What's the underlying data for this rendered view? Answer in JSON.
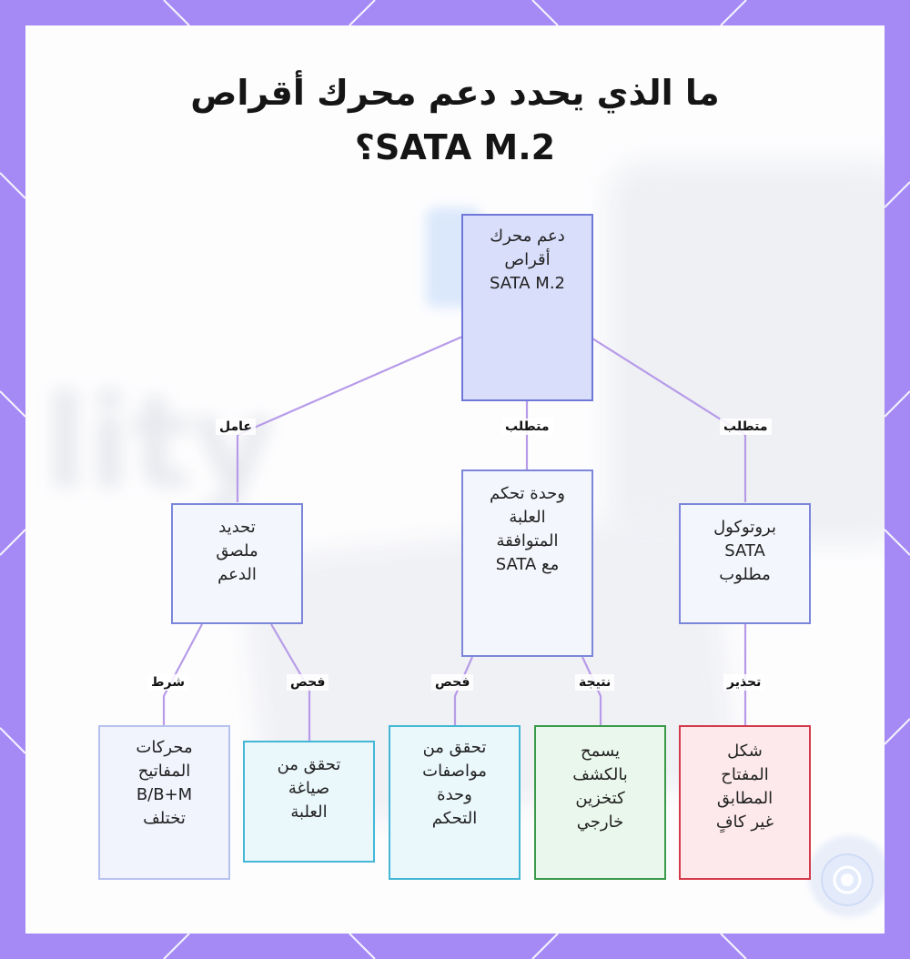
{
  "title": "ما الذي يحدد دعم محرك أقراص\nSATA M.2؟",
  "colors": {
    "frame": "#a58af5",
    "root_fill": "#d9defb",
    "root_border": "#6f78d8",
    "mid_fill": "#f4f6fd",
    "mid_border": "#7b86da",
    "lavender_fill": "#f1f3fd",
    "lavender_border": "#b7c2ef",
    "cyan_fill": "#eaf7fb",
    "cyan_border": "#45b7d6",
    "green_fill": "#eaf7ec",
    "green_border": "#3a9a4a",
    "red_fill": "#fde9ec",
    "red_border": "#d33a4a",
    "edge": "#b79be8"
  },
  "nodes": {
    "root": "دعم محرك\nأقراص\nSATA M.2",
    "label": "تحديد\nملصق\nالدعم",
    "controller": "وحدة تحكم\nالعلبة\nالمتوافقة\nمع SATA",
    "protocol": "بروتوكول\nSATA\nمطلوب",
    "keys": "محركات\nالمفاتيح\nB/B+M\nتختلف",
    "format": "تحقق من\nصياغة\nالعلبة",
    "specs": "تحقق من\nمواصفات\nوحدة\nالتحكم",
    "external": "يسمح\nبالكشف\nكتخزين\nخارجي",
    "shape": "شكل\nالمفتاح\nالمطابق\nغير كافٍ"
  },
  "edge_labels": {
    "factor": "عامل",
    "required_mid": "متطلب",
    "required_right": "متطلب",
    "condition": "شرط",
    "check_left": "فحص",
    "check_mid": "فحص",
    "result": "نتيجة",
    "warning": "تحذير"
  },
  "logo_icon": "brand-badge-icon"
}
